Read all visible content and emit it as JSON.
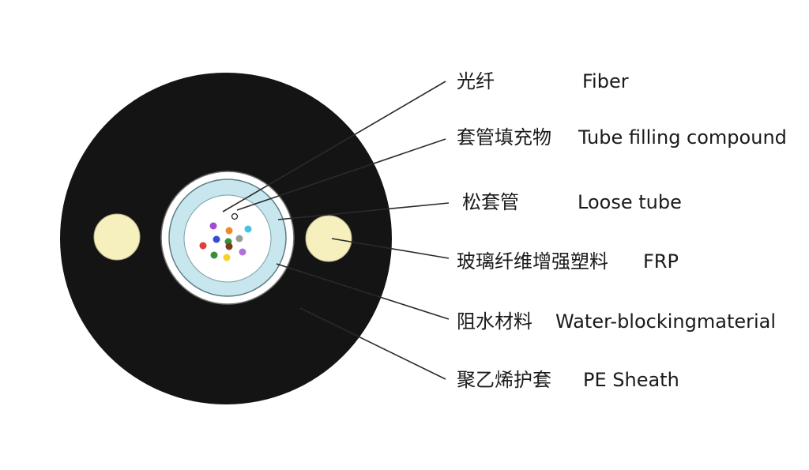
{
  "labels": [
    {
      "cn": "光纤",
      "en": "Fiber"
    },
    {
      "cn": "套管填充物",
      "en": "Tube filling compound"
    },
    {
      "cn": "松套管",
      "en": "Loose tube"
    },
    {
      "cn": "玻璃纤维增强塑料",
      "en": "FRP"
    },
    {
      "cn": "阻水材料",
      "en": "Water-blockingmaterial"
    },
    {
      "cn": "聚乙烯护套",
      "en": "PE Sheath"
    }
  ],
  "colors": {
    "sheath": "#141414",
    "frp": "#f6efbe",
    "water_blocking_ring": "#ffffff",
    "loose_tube": "#c7e6ee",
    "tube_core": "#ffffff",
    "leader": "#2a2a2a",
    "fiber_colors": [
      "#a24ad8",
      "#f0892a",
      "#45c3e4",
      "#2f4fd6",
      "#3b8f3c",
      "#9a9a9a",
      "#e23d3d",
      "#7a3a1e",
      "#b070e0",
      "#f4d22a"
    ]
  }
}
